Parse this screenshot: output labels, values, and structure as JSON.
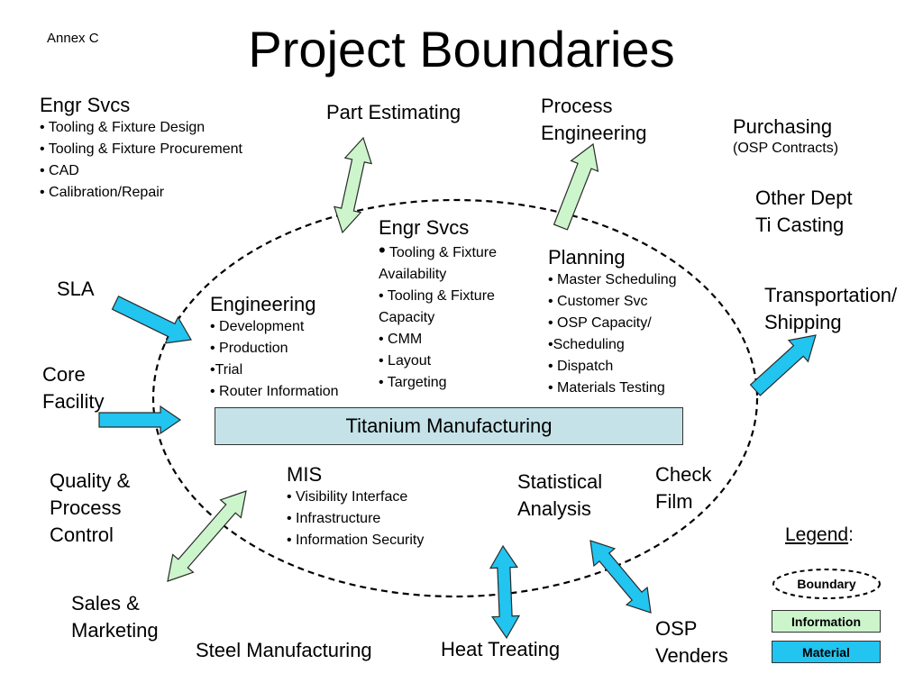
{
  "annex": "Annex C",
  "title": "Project Boundaries",
  "outside": {
    "engr_svcs_top": {
      "heading": "Engr Svcs",
      "items": [
        "• Tooling & Fixture Design",
        "• Tooling & Fixture Procurement",
        "• CAD",
        "• Calibration/Repair"
      ]
    },
    "part_estimating": "Part Estimating",
    "process_engineering": [
      "Process",
      "Engineering"
    ],
    "purchasing": "Purchasing",
    "purchasing_sub": "(OSP Contracts)",
    "other_dept": [
      "Other Dept",
      "Ti Casting"
    ],
    "sla": "SLA",
    "transportation": [
      "Transportation/",
      "Shipping"
    ],
    "core_facility": [
      "Core",
      "Facility"
    ],
    "quality": [
      "Quality &",
      "Process",
      "Control"
    ],
    "sales": [
      "Sales &",
      "Marketing"
    ],
    "steel": "Steel Manufacturing",
    "heat_treating": "Heat Treating",
    "osp_venders": [
      "OSP",
      "Venders"
    ]
  },
  "inside": {
    "engineering": {
      "heading": "Engineering",
      "items": [
        "• Development",
        "• Production",
        "•Trial",
        "• Router Information"
      ]
    },
    "engr_svcs": {
      "heading": "Engr Svcs",
      "items": [
        "Tooling & Fixture",
        "Availability",
        "• Tooling & Fixture",
        "Capacity",
        "• CMM",
        "• Layout",
        "• Targeting"
      ]
    },
    "planning": {
      "heading": "Planning",
      "items": [
        "• Master Scheduling",
        "• Customer Svc",
        "• OSP Capacity/",
        "•Scheduling",
        "• Dispatch",
        "• Materials Testing"
      ]
    },
    "titanium": "Titanium Manufacturing",
    "mis": {
      "heading": "MIS",
      "items": [
        "• Visibility Interface",
        "• Infrastructure",
        "• Information Security"
      ]
    },
    "statistical": [
      "Statistical",
      "Analysis"
    ],
    "check_film": [
      "Check",
      "Film"
    ]
  },
  "legend": {
    "title": "Legend",
    "colon": ":",
    "boundary": "Boundary",
    "information": "Information",
    "material": "Material"
  },
  "colors": {
    "information": "#ccf5cc",
    "material": "#22c4f0",
    "titanium_bar": "#c5e2e8"
  }
}
